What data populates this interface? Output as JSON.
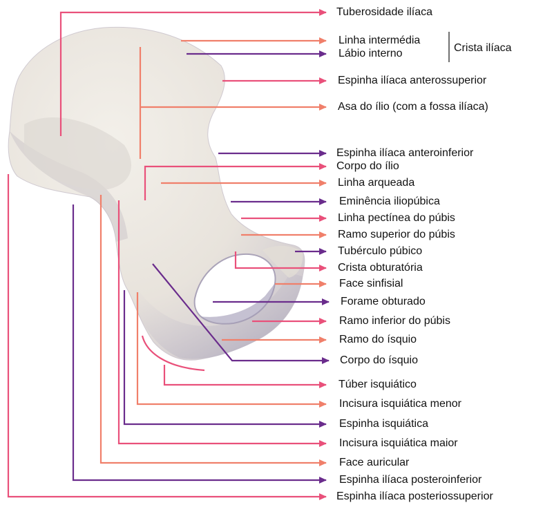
{
  "colors": {
    "pink": "#e9507a",
    "salmon": "#f07f6a",
    "purple": "#6a2c8c",
    "bone": "#ebe7e0",
    "bone_shadow": "#bdb7c4"
  },
  "illustration": "hip-bone",
  "group_label": "Crista ilíaca",
  "labels": [
    {
      "id": "tuberosidade-iliaca",
      "text": "Tuberosidade ilíaca",
      "color": "pink"
    },
    {
      "id": "linha-intermedia",
      "text": "Linha intermédia",
      "color": "salmon"
    },
    {
      "id": "labio-interno",
      "text": "Lábio interno",
      "color": "purple"
    },
    {
      "id": "espinha-iliaca-anterossuperior",
      "text": "Espinha ilíaca anterossuperior",
      "color": "pink"
    },
    {
      "id": "asa-do-ilio",
      "text": "Asa do ílio (com a fossa ilíaca)",
      "color": "salmon"
    },
    {
      "id": "espinha-iliaca-anteroinferior",
      "text": "Espinha ilíaca anteroinferior",
      "color": "purple"
    },
    {
      "id": "corpo-do-ilio",
      "text": "Corpo do ílio",
      "color": "pink"
    },
    {
      "id": "linha-arqueada",
      "text": "Linha arqueada",
      "color": "salmon"
    },
    {
      "id": "eminencia-iliopubica",
      "text": "Eminência iliopúbica",
      "color": "purple"
    },
    {
      "id": "linha-pectinea",
      "text": "Linha pectínea do púbis",
      "color": "pink"
    },
    {
      "id": "ramo-superior-pubis",
      "text": "Ramo superior do púbis",
      "color": "salmon"
    },
    {
      "id": "tuberculo-pubico",
      "text": "Tubérculo púbico",
      "color": "purple"
    },
    {
      "id": "crista-obturatoria",
      "text": "Crista obturatória",
      "color": "pink"
    },
    {
      "id": "face-sinfisial",
      "text": "Face sinfisial",
      "color": "salmon"
    },
    {
      "id": "forame-obturado",
      "text": "Forame obturado",
      "color": "purple"
    },
    {
      "id": "ramo-inferior-pubis",
      "text": "Ramo inferior do púbis",
      "color": "pink"
    },
    {
      "id": "ramo-do-isquio",
      "text": "Ramo do ísquio",
      "color": "salmon"
    },
    {
      "id": "corpo-do-isquio",
      "text": "Corpo do ísquio",
      "color": "purple"
    },
    {
      "id": "tuber-isquiatico",
      "text": "Túber isquiático",
      "color": "pink"
    },
    {
      "id": "incisura-isquiatica-menor",
      "text": "Incisura isquiática menor",
      "color": "salmon"
    },
    {
      "id": "espinha-isquiatica",
      "text": "Espinha isquiática",
      "color": "purple"
    },
    {
      "id": "incisura-isquiatica-maior",
      "text": "Incisura isquiática maior",
      "color": "pink"
    },
    {
      "id": "face-auricular",
      "text": "Face auricular",
      "color": "salmon"
    },
    {
      "id": "espinha-iliaca-posteroinferior",
      "text": "Espinha ilíaca posteroinferior",
      "color": "purple"
    },
    {
      "id": "espinha-iliaca-posteriossuperior",
      "text": "Espinha ilíaca posteriossuperior",
      "color": "pink"
    }
  ]
}
